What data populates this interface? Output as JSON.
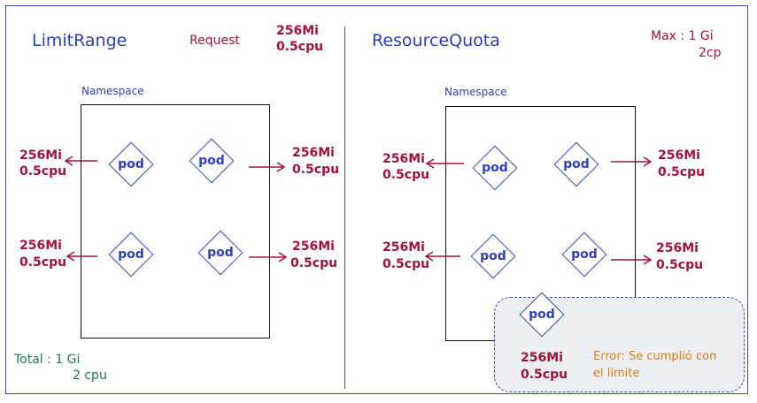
{
  "left": {
    "title": "LimitRange",
    "request_label": "Request",
    "request_mem": "256Mi",
    "request_cpu": "0.5cpu",
    "namespace_label": "Namespace",
    "pod_label": "pod",
    "resource_mem": "256Mi",
    "resource_cpu": "0.5cpu",
    "total_line1": "Total : 1 Gi",
    "total_line2": "2 cpu"
  },
  "right": {
    "title": "ResourceQuota",
    "max_line1": "Max : 1 Gi",
    "max_line2": "2cp",
    "namespace_label": "Namespace",
    "pod_label": "pod",
    "resource_mem": "256Mi",
    "resource_cpu": "0.5cpu",
    "rejected_pod_label": "pod",
    "rejected_mem": "256Mi",
    "rejected_cpu": "0.5cpu",
    "error_line1": "Error: Se cumplió con",
    "error_line2": "el limite"
  },
  "colors": {
    "blue": "#2f3fbf",
    "red": "#a3123a",
    "green": "#1c7a4a",
    "orange": "#e07b12"
  }
}
